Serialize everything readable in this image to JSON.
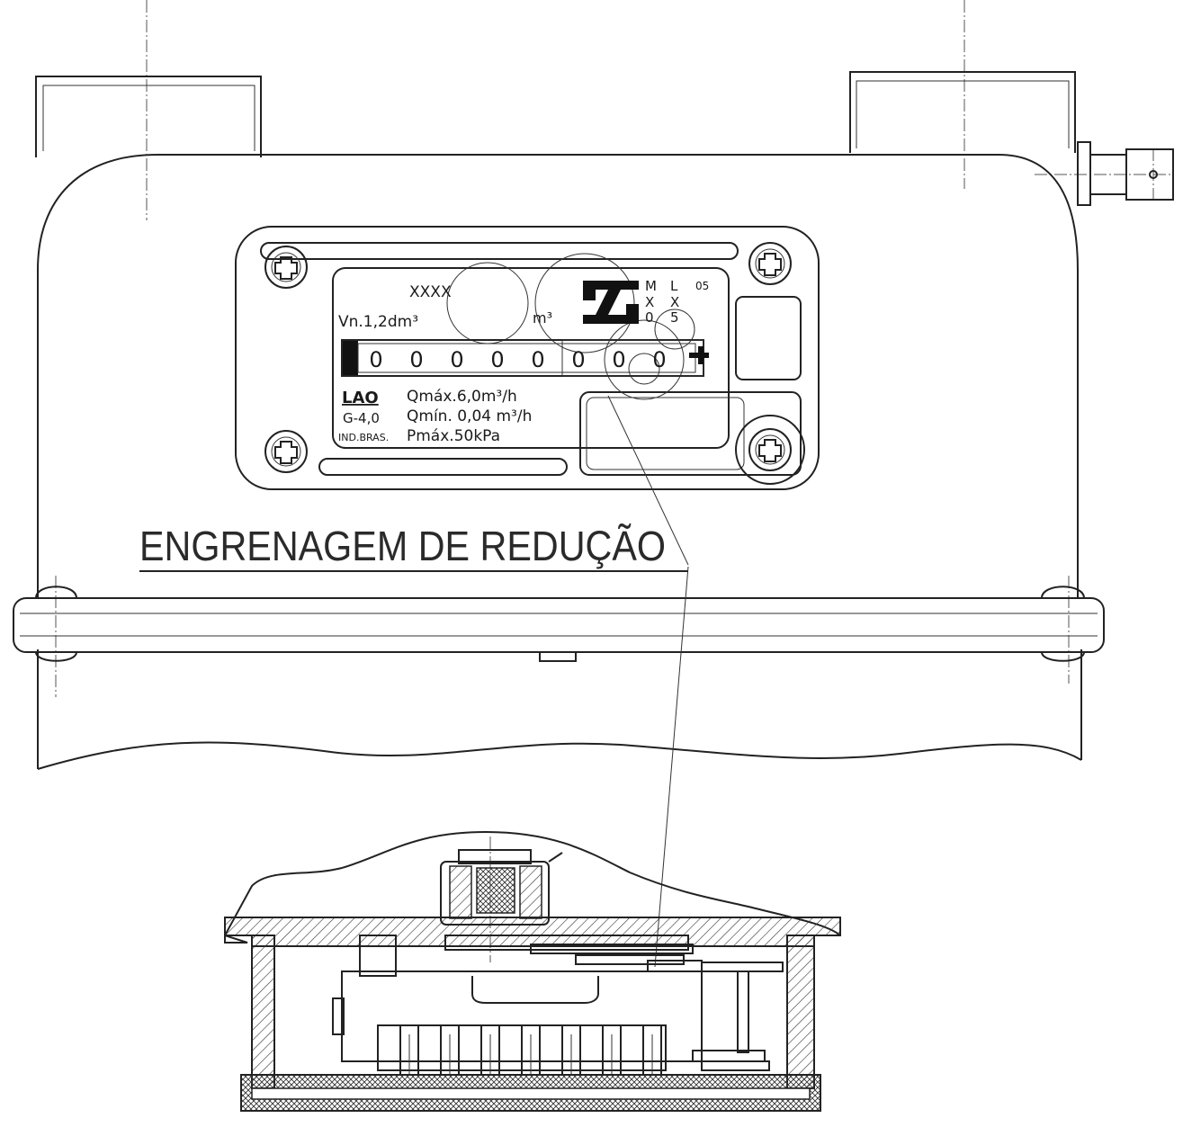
{
  "plate": {
    "serial": "XXXX",
    "nominal_volume": "Vn.1,2dm³",
    "unit": "m³",
    "approval_letters": [
      "M",
      "L",
      "05"
    ],
    "approval_marks": [
      "X",
      "X"
    ],
    "approval_digits": [
      "0",
      "5"
    ],
    "counter_digits": [
      "0",
      "0",
      "0",
      "0",
      "0",
      "0",
      "0",
      "0"
    ],
    "brand": "LAO",
    "model": "G-4,0",
    "origin": "IND.BRAS.",
    "qmax": "Qmáx.6,0m³/h",
    "qmin": "Qmín. 0,04  m³/h",
    "pmax": "Pmáx.50kPa"
  },
  "caption": "ENGRENAGEM DE REDUÇÃO"
}
